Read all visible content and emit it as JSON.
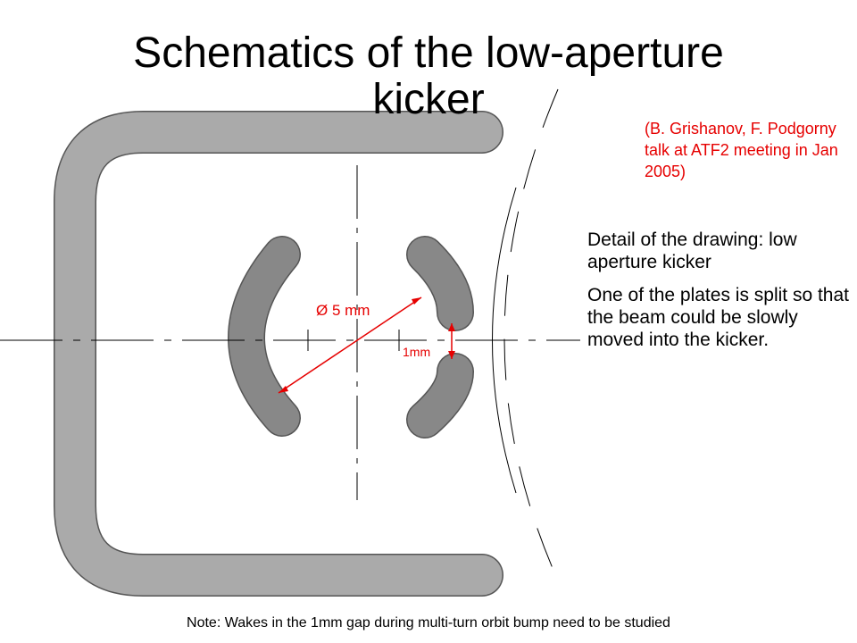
{
  "slide": {
    "title": "Schematics of the low-aperture kicker",
    "reference": "(B. Grishanov, F. Podgorny talk at ATF2 meeting in Jan 2005)",
    "detail_heading": "Detail of the drawing: low aperture kicker",
    "detail_body": "One of the plates is split so that the beam could be slowly moved into the kicker.",
    "note": "Note:  Wakes in the 1mm gap during multi-turn orbit bump need to be studied"
  },
  "diagram": {
    "diameter_label": "Ø 5 mm",
    "gap_label": "1mm"
  },
  "colors": {
    "housing_fill": "#aaaaaa",
    "plate_fill": "#888888",
    "outline": "#555555",
    "annotation": "#e60000"
  }
}
